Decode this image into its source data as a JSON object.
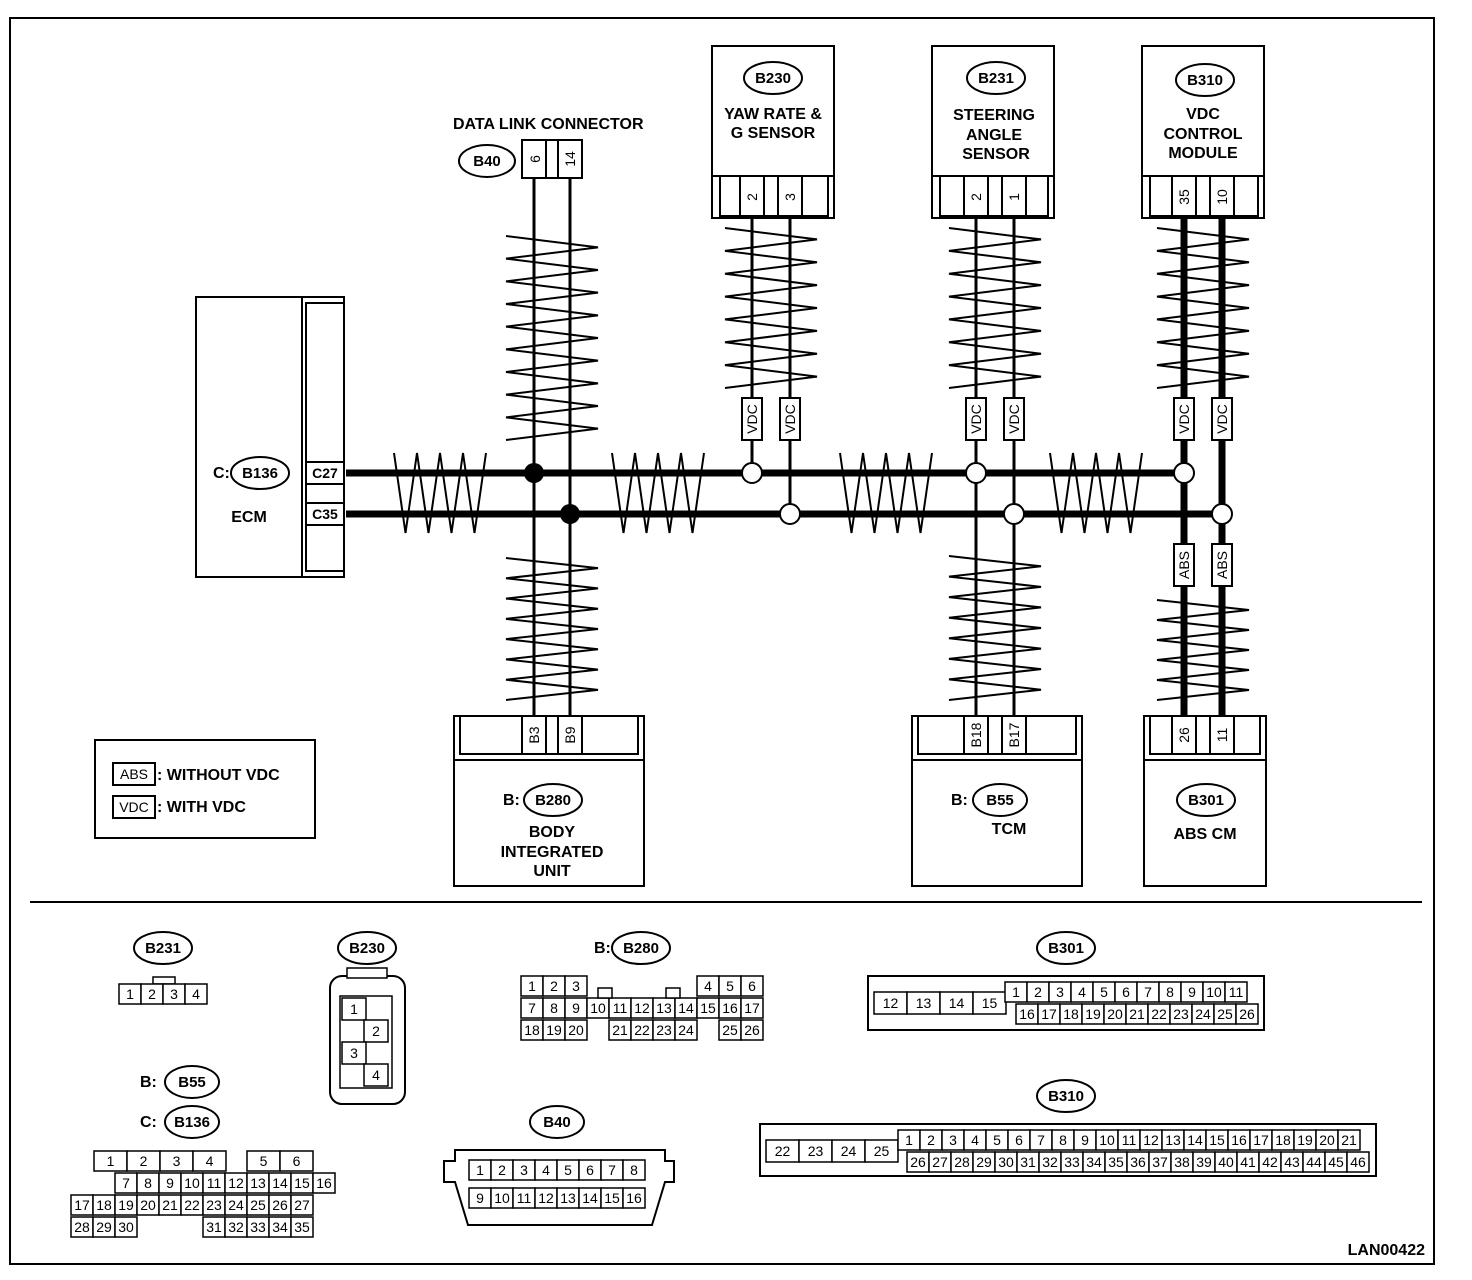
{
  "diagram_code": "LAN00422",
  "data_link_connector": {
    "title": "DATA LINK CONNECTOR",
    "id": "B40",
    "pins": [
      "6",
      "14"
    ]
  },
  "yaw": {
    "id": "B230",
    "line1": "YAW RATE &",
    "line2": "G SENSOR",
    "pins": [
      "2",
      "3"
    ]
  },
  "steering": {
    "id": "B231",
    "line1": "STEERING",
    "line2": "ANGLE",
    "line3": "SENSOR",
    "pins": [
      "2",
      "1"
    ]
  },
  "vdc_module": {
    "id": "B310",
    "line1": "VDC",
    "line2": "CONTROL",
    "line3": "MODULE",
    "pins": [
      "35",
      "10"
    ]
  },
  "ecm": {
    "prefix": "C:",
    "id": "B136",
    "name": "ECM",
    "pins": [
      "C27",
      "C35"
    ]
  },
  "body_unit": {
    "prefix": "B:",
    "id": "B280",
    "line1": "BODY",
    "line2": "INTEGRATED",
    "line3": "UNIT",
    "pins": [
      "B3",
      "B9"
    ]
  },
  "tcm": {
    "prefix": "B:",
    "id": "B55",
    "name": "TCM",
    "pins": [
      "B18",
      "B17"
    ]
  },
  "abs_cm": {
    "id": "B301",
    "name": "ABS CM",
    "pins": [
      "26",
      "11"
    ]
  },
  "tags": {
    "vdc": "VDC",
    "abs": "ABS"
  },
  "legend": {
    "abs_tag": "ABS",
    "abs_text": ": WITHOUT VDC",
    "vdc_tag": "VDC",
    "vdc_text": ": WITH VDC"
  },
  "conn_views": {
    "b231": {
      "id": "B231",
      "pins": [
        "1",
        "2",
        "3",
        "4"
      ]
    },
    "b230": {
      "id": "B230",
      "pins": [
        "1",
        "2",
        "3",
        "4"
      ]
    },
    "b280": {
      "prefix": "B:",
      "id": "B280",
      "row1": [
        "1",
        "2",
        "3",
        "4",
        "5",
        "6"
      ],
      "row2": [
        "7",
        "8",
        "9",
        "10",
        "11",
        "12",
        "13",
        "14",
        "15",
        "16",
        "17"
      ],
      "row3": [
        "18",
        "19",
        "20",
        "21",
        "22",
        "23",
        "24",
        "25",
        "26"
      ]
    },
    "b301": {
      "id": "B301",
      "big": [
        "12",
        "13",
        "14",
        "15"
      ],
      "row1": [
        "1",
        "2",
        "3",
        "4",
        "5",
        "6",
        "7",
        "8",
        "9",
        "10",
        "11"
      ],
      "row2": [
        "16",
        "17",
        "18",
        "19",
        "20",
        "21",
        "22",
        "23",
        "24",
        "25",
        "26"
      ]
    },
    "b55": {
      "prefix": "B:",
      "id": "B55"
    },
    "b136": {
      "prefix": "C:",
      "id": "B136",
      "row1": [
        "1",
        "2",
        "3",
        "4",
        "5",
        "6"
      ],
      "row2": [
        "7",
        "8",
        "9",
        "10",
        "11",
        "12",
        "13",
        "14",
        "15",
        "16"
      ],
      "row3": [
        "17",
        "18",
        "19",
        "20",
        "21",
        "22",
        "23",
        "24",
        "25",
        "26",
        "27"
      ],
      "row4": [
        "28",
        "29",
        "30",
        "31",
        "32",
        "33",
        "34",
        "35"
      ]
    },
    "b40": {
      "id": "B40",
      "row1": [
        "1",
        "2",
        "3",
        "4",
        "5",
        "6",
        "7",
        "8"
      ],
      "row2": [
        "9",
        "10",
        "11",
        "12",
        "13",
        "14",
        "15",
        "16"
      ]
    },
    "b310": {
      "id": "B310",
      "big": [
        "22",
        "23",
        "24",
        "25"
      ],
      "row1": [
        "1",
        "2",
        "3",
        "4",
        "5",
        "6",
        "7",
        "8",
        "9",
        "10",
        "11",
        "12",
        "13",
        "14",
        "15",
        "16",
        "17",
        "18",
        "19",
        "20",
        "21"
      ],
      "row2": [
        "26",
        "27",
        "28",
        "29",
        "30",
        "31",
        "32",
        "33",
        "34",
        "35",
        "36",
        "37",
        "38",
        "39",
        "40",
        "41",
        "42",
        "43",
        "44",
        "45",
        "46"
      ]
    }
  }
}
